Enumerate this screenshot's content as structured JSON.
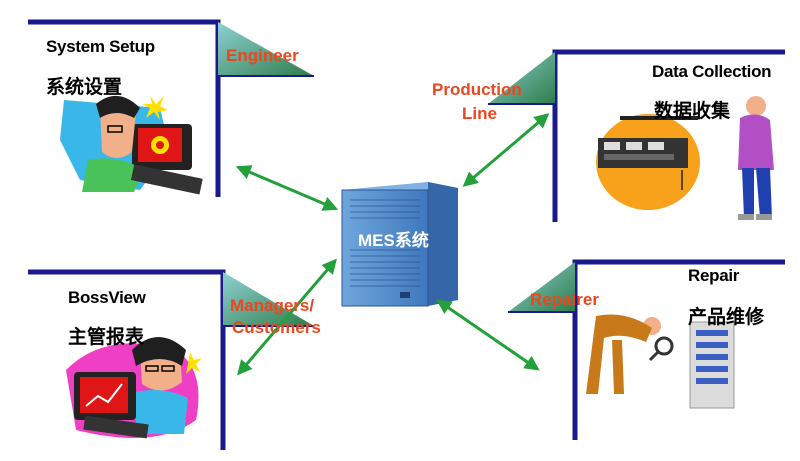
{
  "center": {
    "label": "MES系统"
  },
  "panels": {
    "system_setup": {
      "title": "System Setup",
      "title_cn": "系统设置",
      "role": "Engineer"
    },
    "data_collection": {
      "title": "Data Collection",
      "title_cn": "数据收集",
      "role_line1": "Production",
      "role_line2": "Line"
    },
    "boss_view": {
      "title": "BossView",
      "title_cn": "主管报表",
      "role_line1": "Managers/",
      "role_line2": "Customers"
    },
    "repair": {
      "title": "Repair",
      "title_cn": "产品维修",
      "role": "Repairer"
    }
  },
  "colors": {
    "panel_border": "#1a1a8c",
    "flag_teal": "#5aa8b0",
    "flag_green": "#2e7d4a",
    "arrow_green": "#22a03a",
    "role_text": "#e8471f",
    "server_blue": "#4a86c8"
  }
}
